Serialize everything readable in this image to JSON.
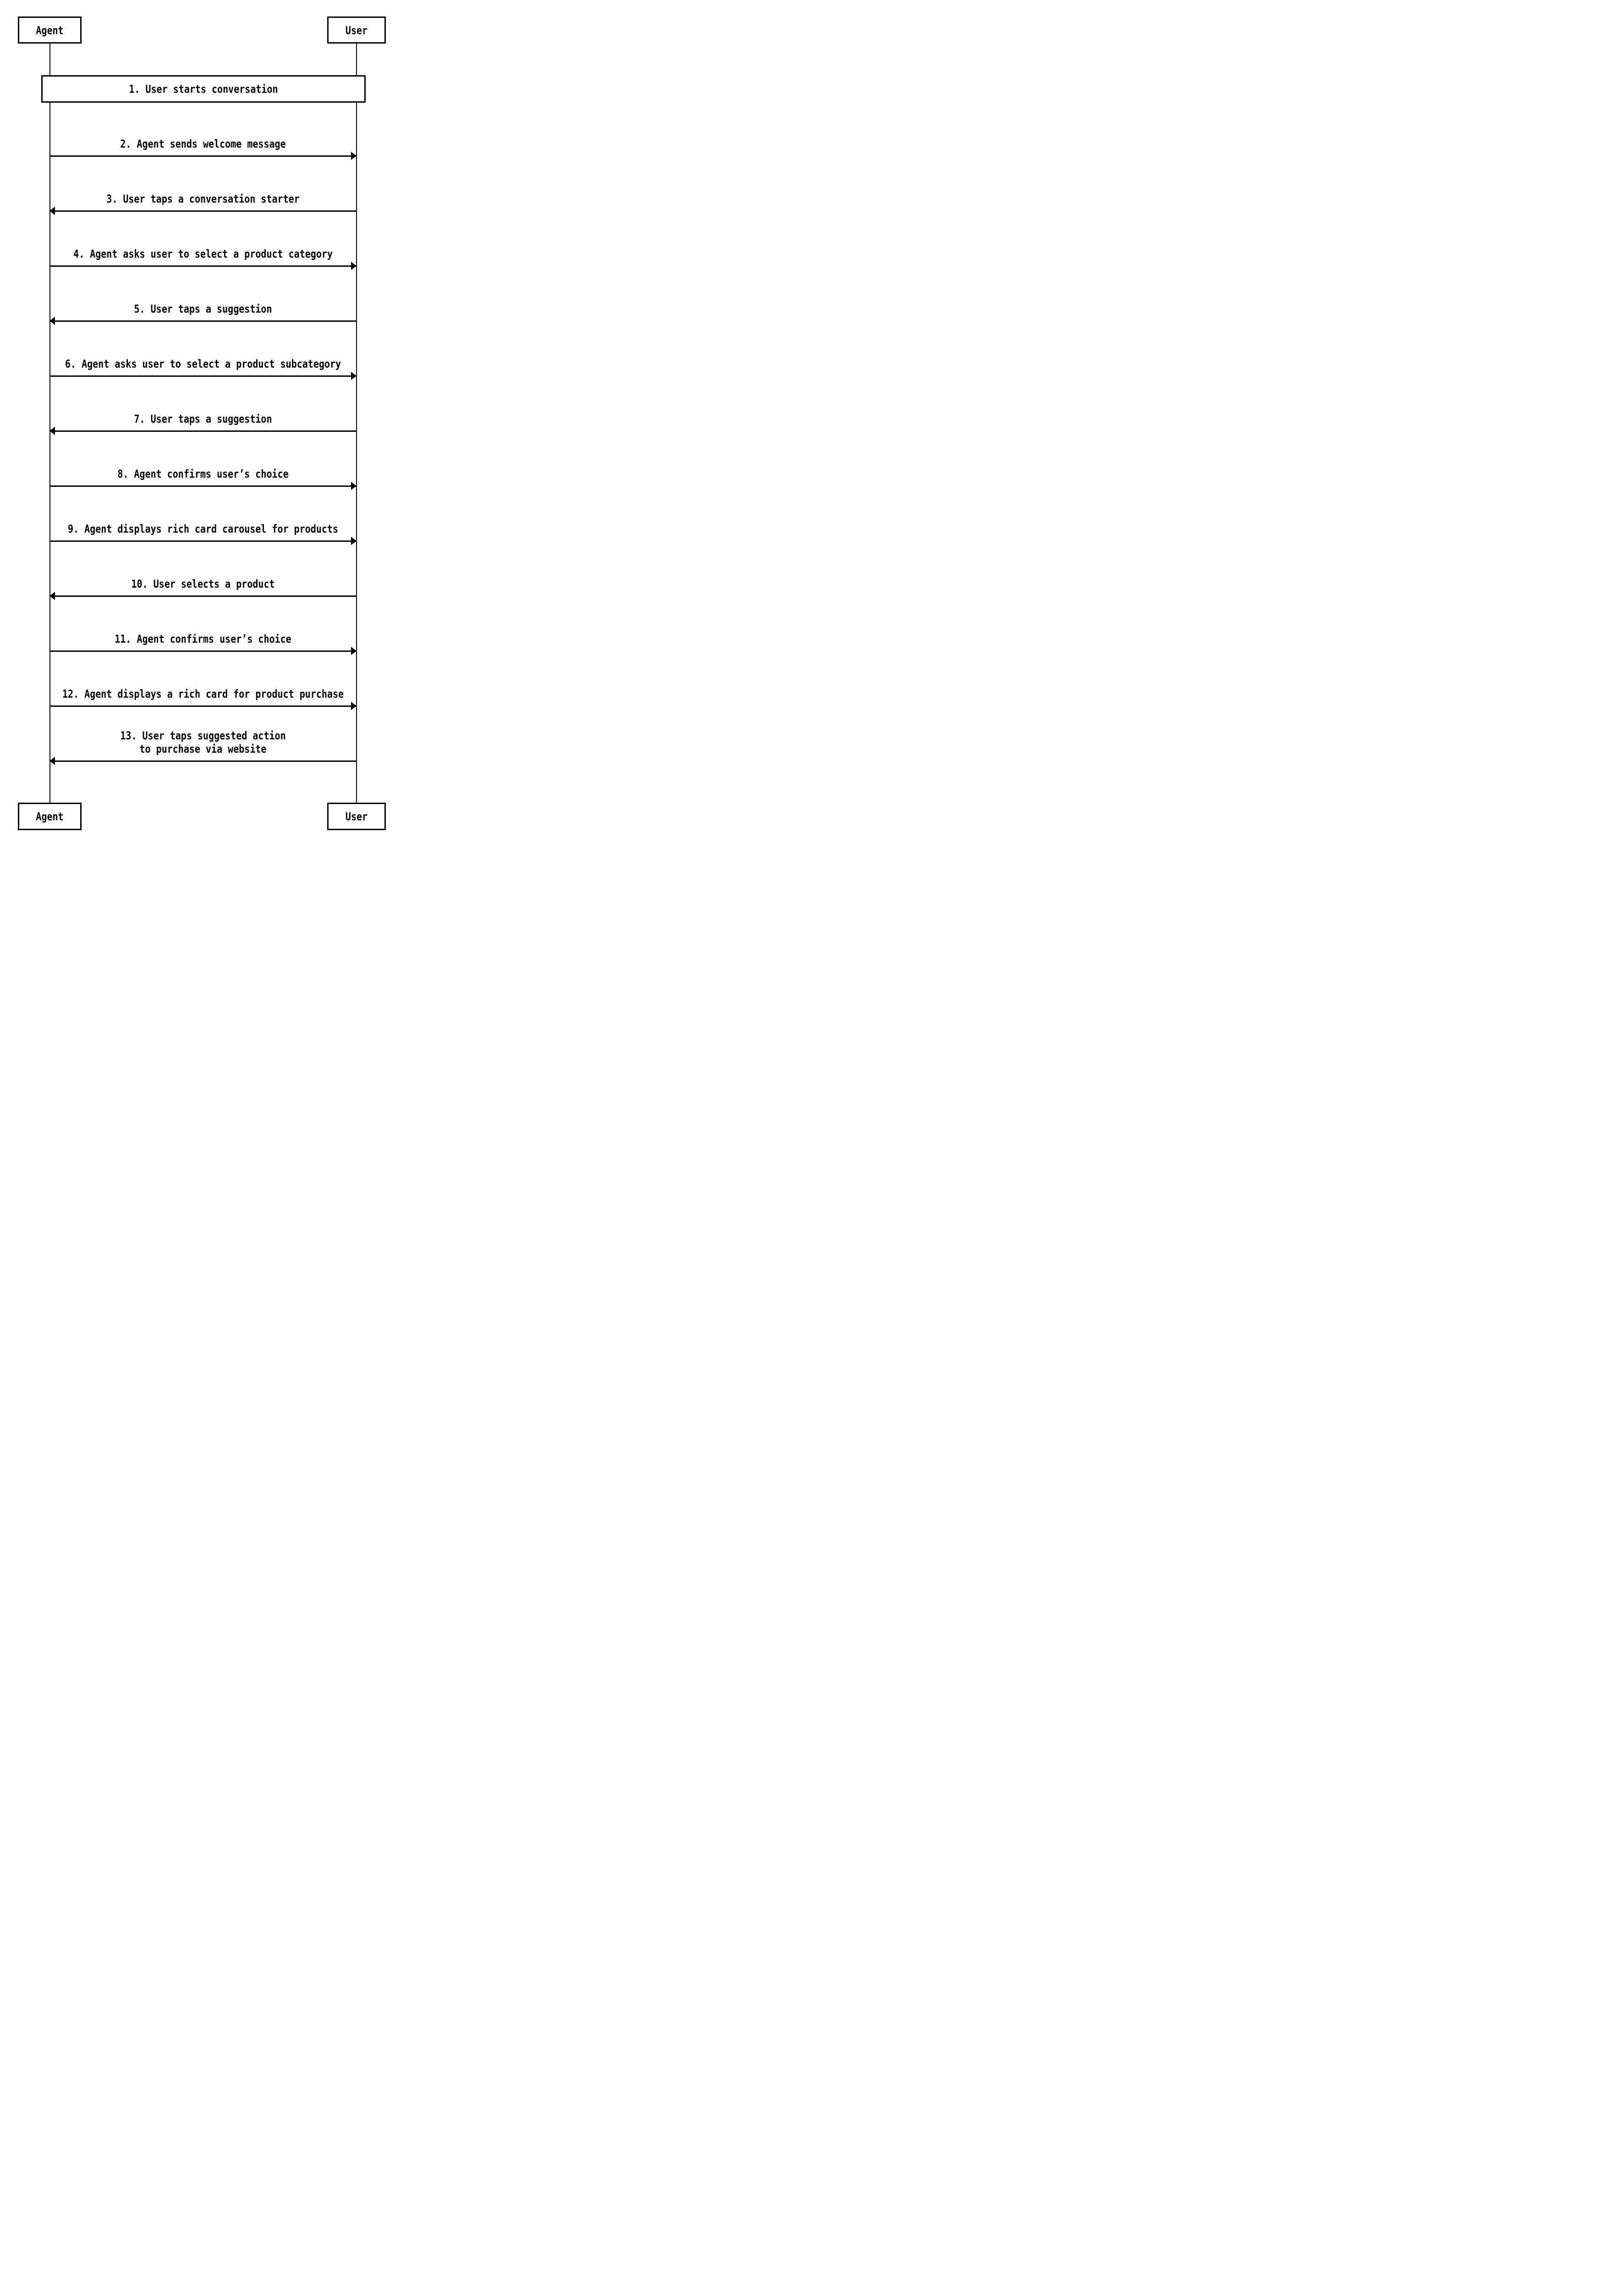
{
  "colors": {
    "background": "#ffffff",
    "line": "#000000",
    "text": "#000000"
  },
  "actors": [
    {
      "id": "agent",
      "label": "Agent"
    },
    {
      "id": "user",
      "label": "User"
    }
  ],
  "note": {
    "text": "1. User starts conversation"
  },
  "messages": [
    {
      "from": "agent",
      "to": "user",
      "direction": "right",
      "lines": [
        "2. Agent sends welcome message"
      ]
    },
    {
      "from": "user",
      "to": "agent",
      "direction": "left",
      "lines": [
        "3. User taps a conversation starter"
      ]
    },
    {
      "from": "agent",
      "to": "user",
      "direction": "right",
      "lines": [
        "4. Agent asks user to select a product category"
      ]
    },
    {
      "from": "user",
      "to": "agent",
      "direction": "left",
      "lines": [
        "5. User taps a suggestion"
      ]
    },
    {
      "from": "agent",
      "to": "user",
      "direction": "right",
      "lines": [
        "6. Agent asks user to select a product subcategory"
      ]
    },
    {
      "from": "user",
      "to": "agent",
      "direction": "left",
      "lines": [
        "7. User taps a suggestion"
      ]
    },
    {
      "from": "agent",
      "to": "user",
      "direction": "right",
      "lines": [
        "8. Agent confirms user’s choice"
      ]
    },
    {
      "from": "agent",
      "to": "user",
      "direction": "right",
      "lines": [
        "9. Agent displays rich card carousel for products"
      ]
    },
    {
      "from": "user",
      "to": "agent",
      "direction": "left",
      "lines": [
        "10. User selects a product"
      ]
    },
    {
      "from": "agent",
      "to": "user",
      "direction": "right",
      "lines": [
        "11. Agent confirms user’s choice"
      ]
    },
    {
      "from": "agent",
      "to": "user",
      "direction": "right",
      "lines": [
        "12. Agent displays a rich card for product purchase"
      ]
    },
    {
      "from": "user",
      "to": "agent",
      "direction": "left",
      "lines": [
        "13. User taps suggested action",
        "to purchase via website"
      ]
    }
  ]
}
